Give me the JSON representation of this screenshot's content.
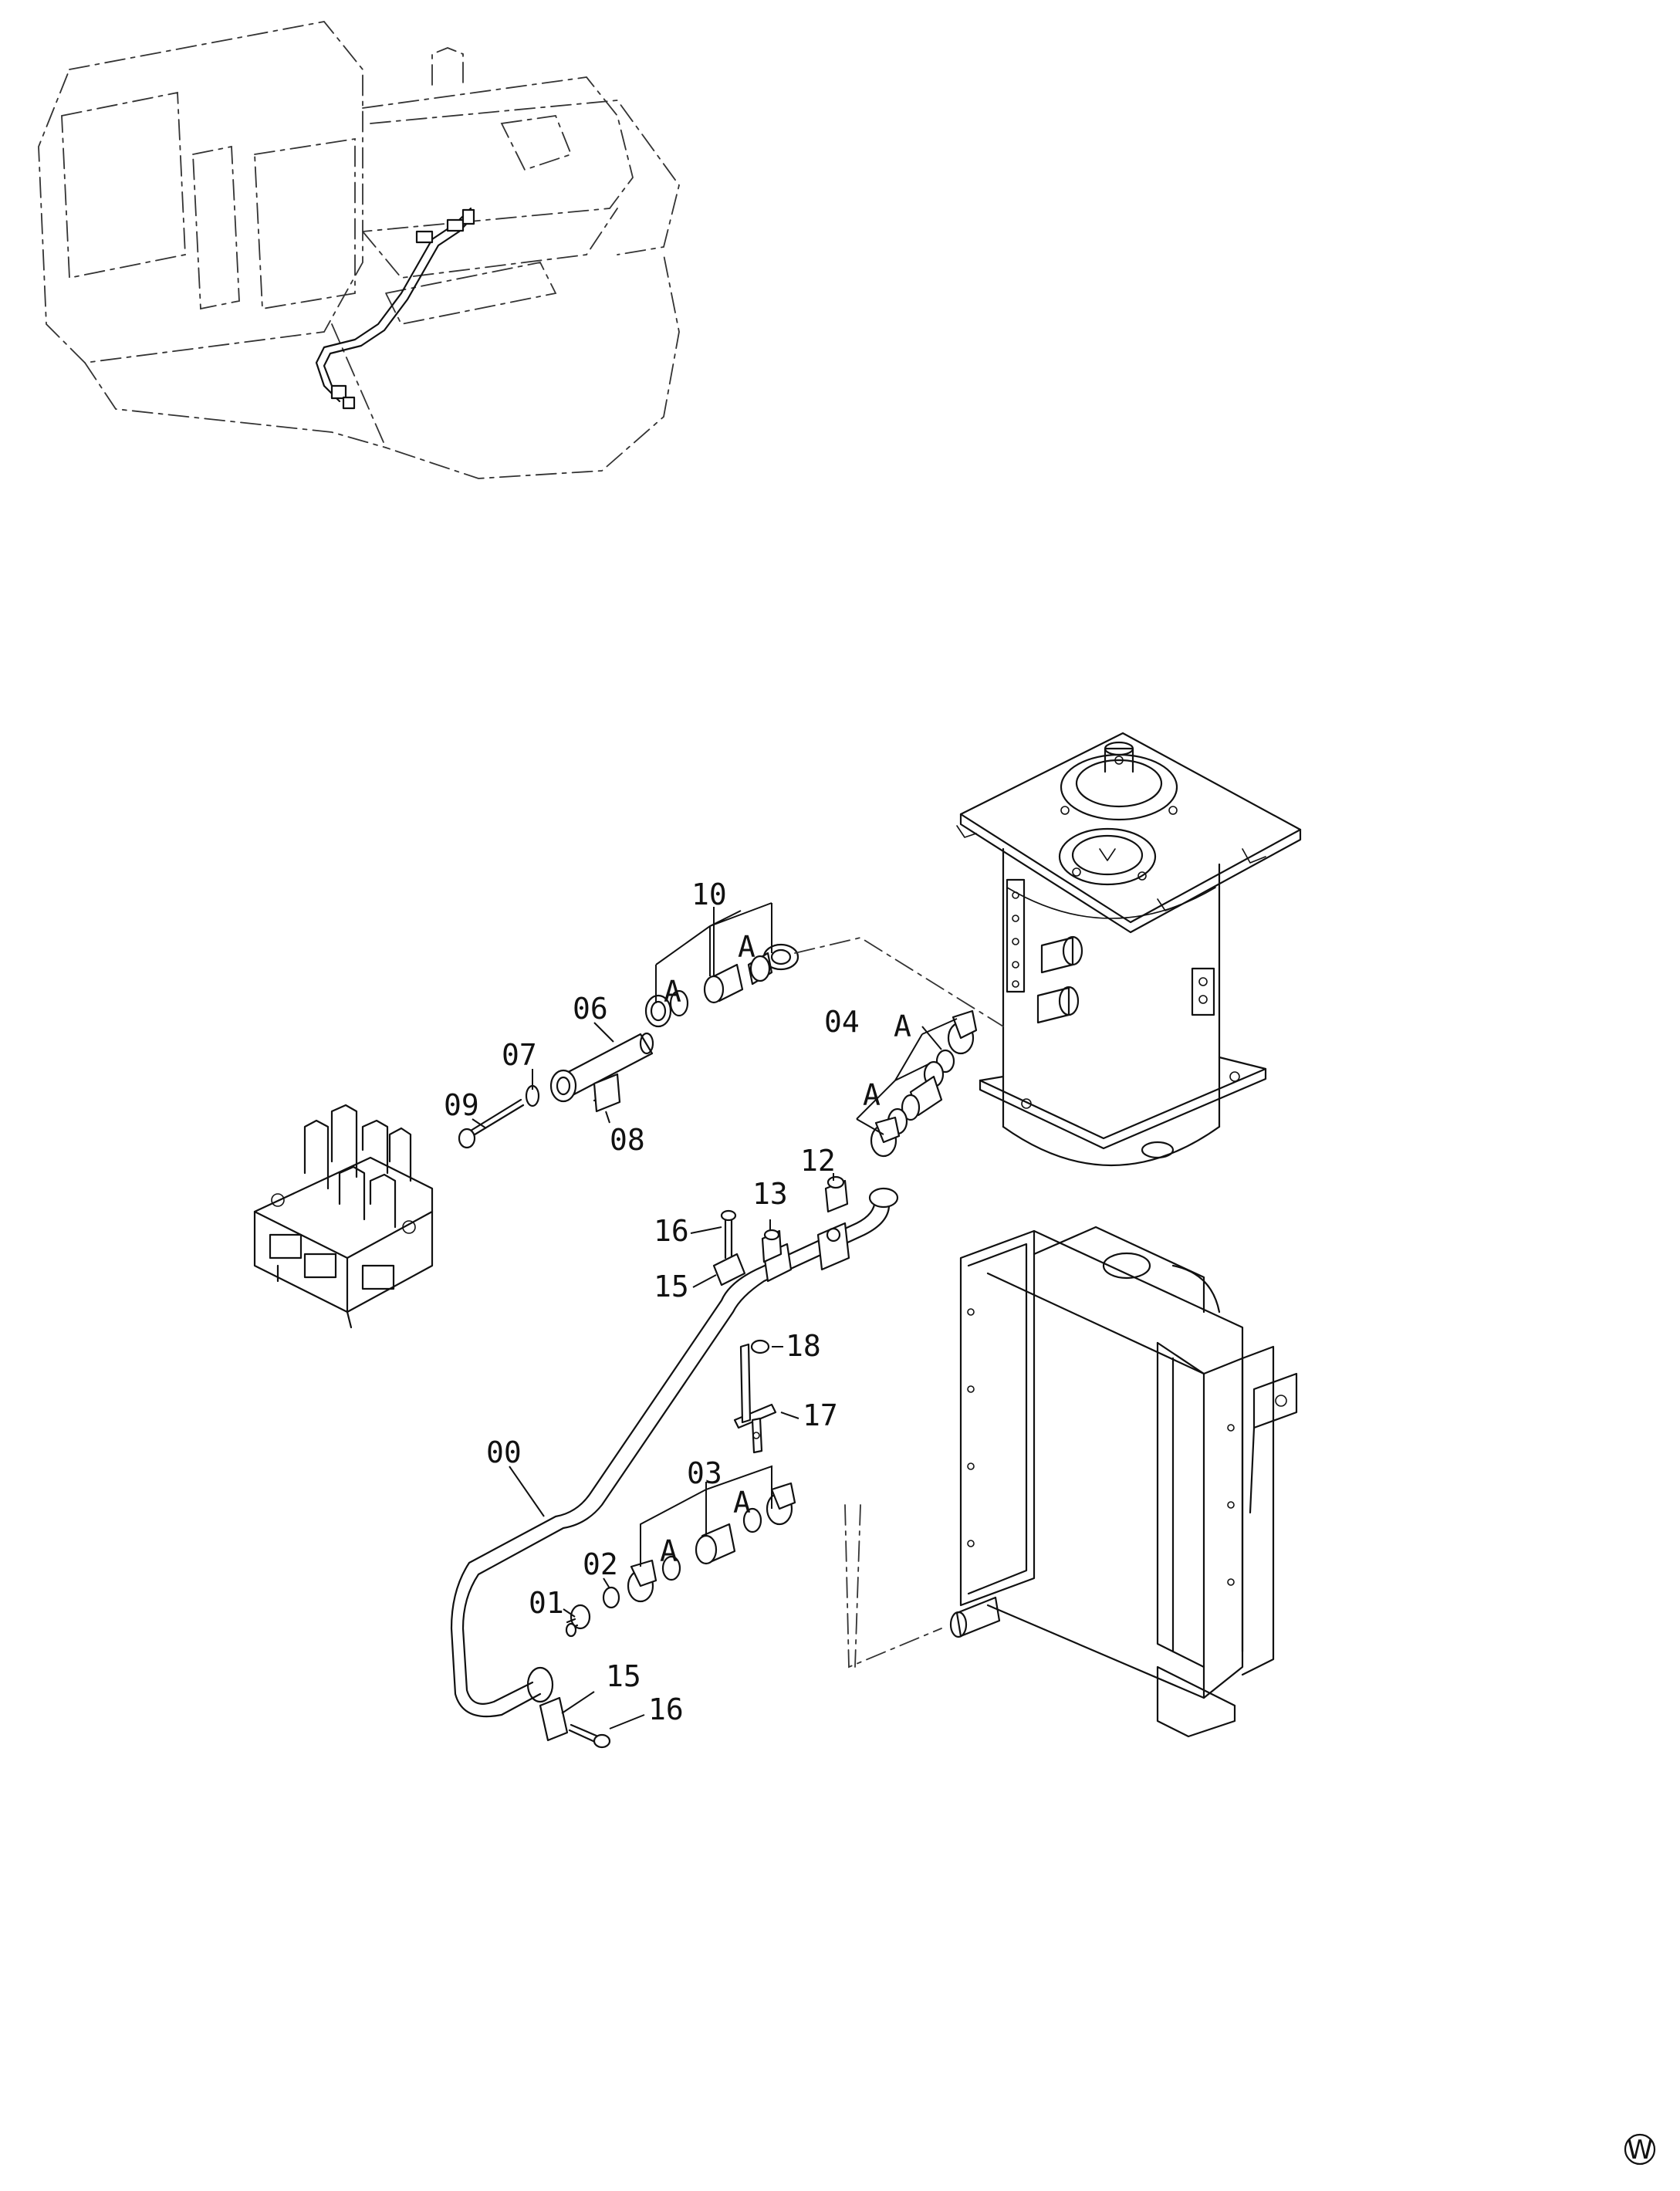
{
  "callouts": {
    "p00": "00",
    "p01": "01",
    "p02": "02",
    "p03": "03",
    "p04": "04",
    "p06": "06",
    "p07": "07",
    "p08": "08",
    "p09": "09",
    "p10": "10",
    "p12": "12",
    "p13": "13",
    "p15a": "15",
    "p15b": "15",
    "p16a": "16",
    "p16b": "16",
    "p17": "17",
    "p18": "18",
    "a1": "A",
    "a2": "A",
    "a3": "A",
    "a4": "A",
    "a5": "A",
    "a6": "A"
  },
  "corner_symbol": "W"
}
